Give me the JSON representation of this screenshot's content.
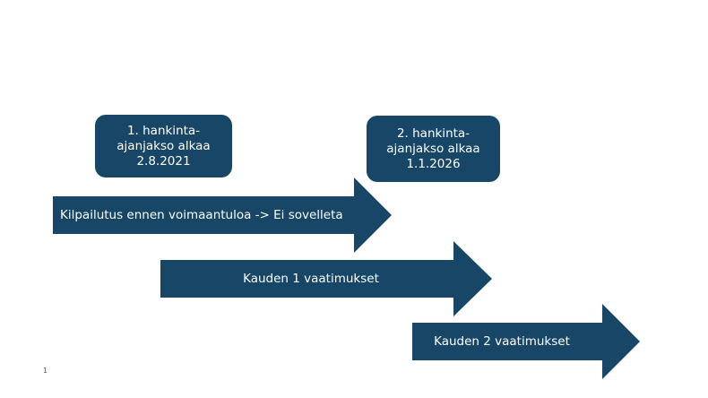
{
  "colors": {
    "shape_fill": "#174666",
    "text": "#ffffff",
    "background": "#ffffff",
    "page_number": "#595959"
  },
  "boxes": [
    {
      "lines": [
        "1. hankinta-",
        "ajanjakso alkaa",
        "2.8.2021"
      ]
    },
    {
      "lines": [
        "2. hankinta-",
        "ajanjakso alkaa",
        "1.1.2026"
      ]
    }
  ],
  "arrows": [
    {
      "label": "Kilpailutus ennen voimaantuloa -> Ei sovelleta"
    },
    {
      "label": "Kauden 1 vaatimukset"
    },
    {
      "label": "Kauden 2 vaatimukset"
    }
  ],
  "page_number": "1"
}
